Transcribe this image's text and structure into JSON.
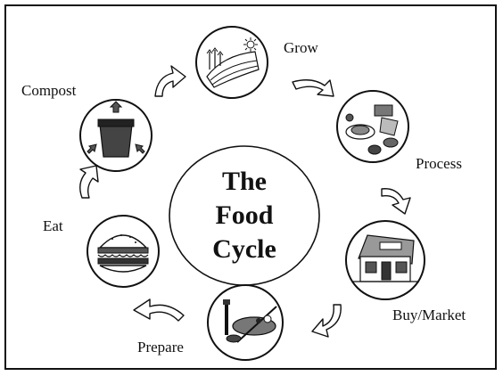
{
  "diagram": {
    "center": {
      "lines": [
        "The",
        "Food",
        "Cycle"
      ]
    },
    "stages": [
      {
        "id": "grow",
        "label": "Grow",
        "icon": "farm-field-sun-icon"
      },
      {
        "id": "process",
        "label": "Process",
        "icon": "food-processing-icon"
      },
      {
        "id": "buy",
        "label": "Buy/Market",
        "icon": "market-store-icon"
      },
      {
        "id": "prepare",
        "label": "Prepare",
        "icon": "food-preparation-icon"
      },
      {
        "id": "eat",
        "label": "Eat",
        "icon": "hamburger-icon"
      },
      {
        "id": "compost",
        "label": "Compost",
        "icon": "compost-bin-icon"
      }
    ],
    "colors": {
      "stroke": "#111111",
      "background": "#ffffff",
      "node_fill": "#ffffff",
      "center_fill": "#ffffff",
      "arrow_fill": "#ffffff"
    }
  }
}
